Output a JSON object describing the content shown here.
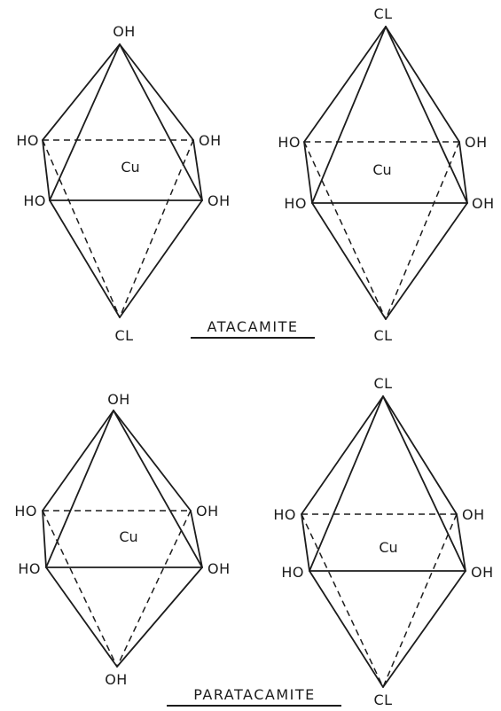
{
  "captions": {
    "top": "ATACAMITE",
    "bottom": "PARATACAMITE"
  },
  "octahedra": [
    {
      "id": "atacamite-1",
      "center": "Cu",
      "apex_top": "OH",
      "apex_bottom": "CL",
      "back_left": "HO",
      "back_right": "OH",
      "front_left": "HO",
      "front_right": "OH"
    },
    {
      "id": "atacamite-2",
      "center": "Cu",
      "apex_top": "CL",
      "apex_bottom": "CL",
      "back_left": "HO",
      "back_right": "OH",
      "front_left": "HO",
      "front_right": "OH"
    },
    {
      "id": "paratacamite-1",
      "center": "Cu",
      "apex_top": "OH",
      "apex_bottom": "OH",
      "back_left": "HO",
      "back_right": "OH",
      "front_left": "HO",
      "front_right": "OH"
    },
    {
      "id": "paratacamite-2",
      "center": "Cu",
      "apex_top": "CL",
      "apex_bottom": "CL",
      "back_left": "HO",
      "back_right": "OH",
      "front_left": "HO",
      "front_right": "OH"
    }
  ]
}
